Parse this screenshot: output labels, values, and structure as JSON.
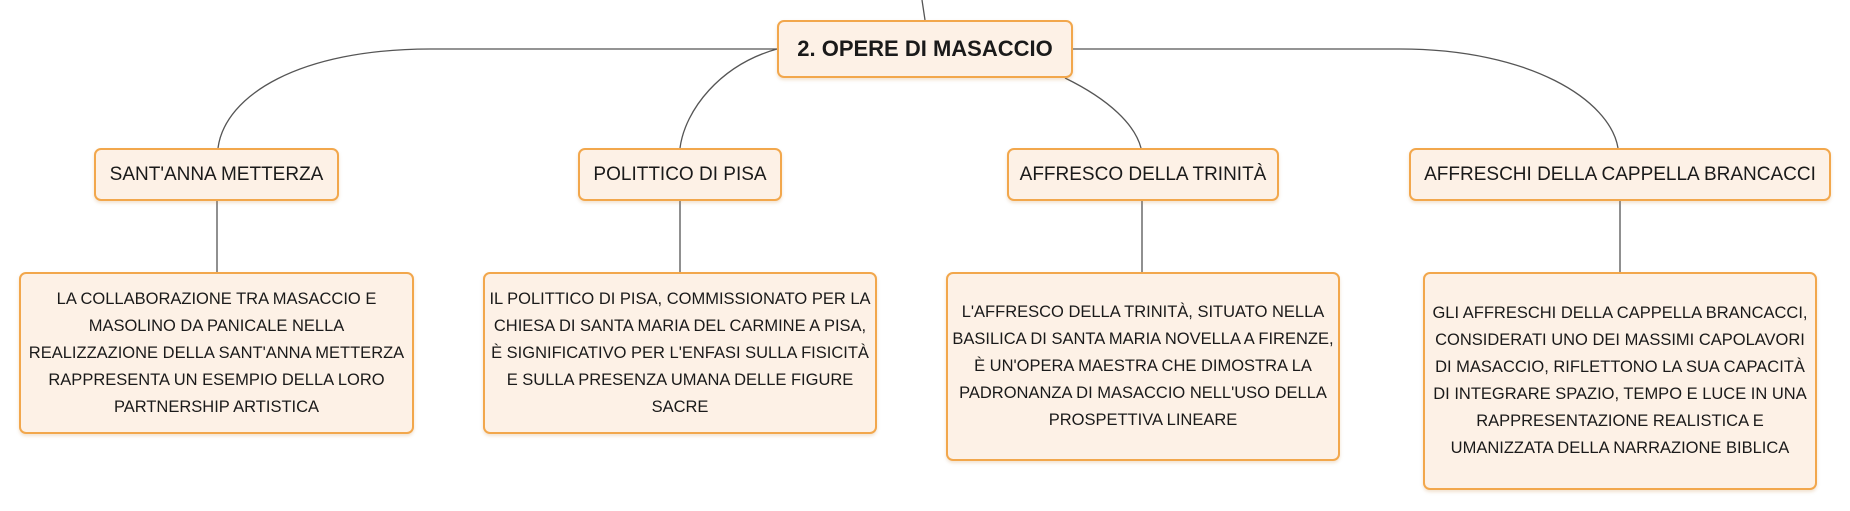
{
  "diagram": {
    "root": {
      "label": "2. OPERE DI MASACCIO"
    },
    "branches": [
      {
        "label": "SANT'ANNA METTERZA",
        "note": "LA COLLABORAZIONE TRA MASACCIO E MASOLINO DA PANICALE NELLA REALIZZAZIONE DELLA SANT'ANNA METTERZA RAPPRESENTA UN ESEMPIO DELLA LORO PARTNERSHIP ARTISTICA"
      },
      {
        "label": "POLITTICO DI PISA",
        "note": "IL POLITTICO DI PISA, COMMISSIONATO PER LA CHIESA DI SANTA MARIA DEL CARMINE A PISA, È SIGNIFICATIVO PER L'ENFASI SULLA FISICITÀ E SULLA PRESENZA UMANA DELLE FIGURE SACRE"
      },
      {
        "label": "AFFRESCO DELLA TRINITÀ",
        "note": "L'AFFRESCO DELLA TRINITÀ, SITUATO NELLA BASILICA DI SANTA MARIA NOVELLA A FIRENZE, È UN'OPERA MAESTRA CHE DIMOSTRA LA PADRONANZA DI MASACCIO NELL'USO DELLA PROSPETTIVA LINEARE"
      },
      {
        "label": "AFFRESCHI DELLA CAPPELLA BRANCACCI",
        "note": "GLI AFFRESCHI DELLA CAPPELLA BRANCACCI, CONSIDERATI UNO DEI MASSIMI CAPOLAVORI DI MASACCIO, RIFLETTONO LA SUA CAPACITÀ DI INTEGRARE SPAZIO, TEMPO E LUCE IN UNA RAPPRESENTAZIONE REALISTICA E UMANIZZATA DELLA NARRAZIONE BIBLICA"
      }
    ],
    "colors": {
      "node_fill": "#fdf1e6",
      "node_border": "#f2a74c",
      "connector": "#555555"
    }
  }
}
